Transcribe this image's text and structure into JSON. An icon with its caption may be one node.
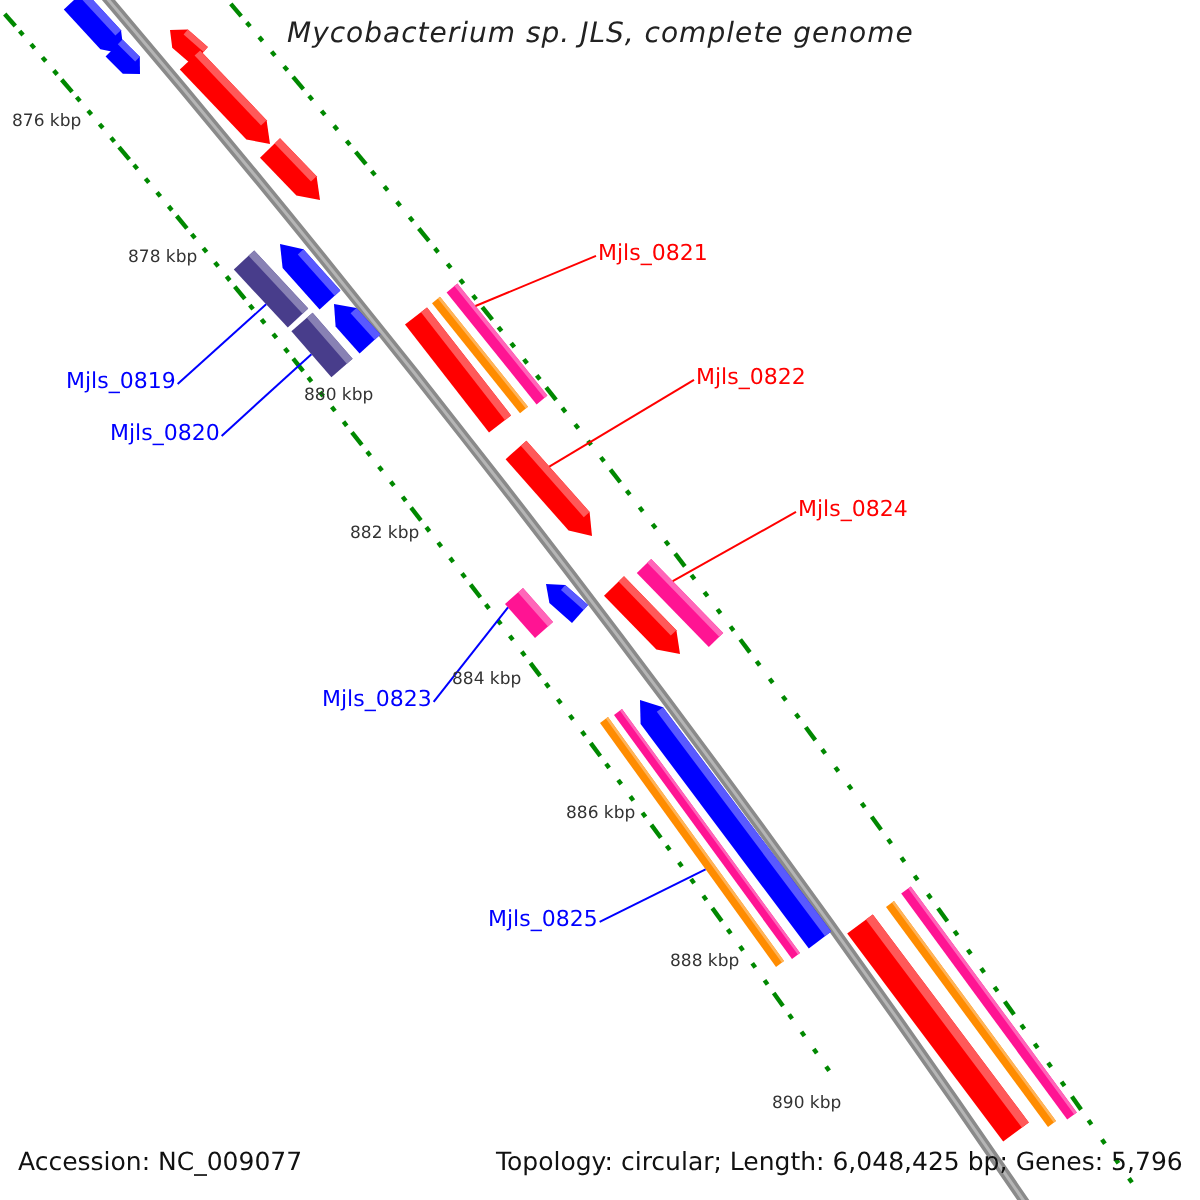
{
  "diagram": {
    "title": "Mycobacterium sp. JLS, complete genome",
    "nodes": [
      {
        "text": [
          "Mjls_0821"
        ]
      },
      {
        "text": [
          "Mjls_0822"
        ]
      },
      {
        "text": [
          "Mjls_0819"
        ]
      },
      {
        "text": [
          "Mjls_0820"
        ]
      },
      {
        "text": [
          "Mjls_0824"
        ]
      },
      {
        "text": [
          "Mjls_0823"
        ]
      },
      {
        "text": [
          "Mjls_0825"
        ]
      },
      {
        "text": [],
        "shape": "arrow"
      },
      {
        "text": [],
        "shape": "arrow"
      },
      {
        "text": [],
        "shape": "arrow"
      },
      {
        "text": [],
        "shape": "arrow"
      },
      {
        "text": [],
        "shape": "arrow"
      },
      {
        "text": [],
        "shape": "arrow"
      },
      {
        "text": [],
        "shape": "bar"
      },
      {
        "text": [],
        "shape": "bar"
      },
      {
        "text": [],
        "shape": "bar"
      },
      {
        "text": [],
        "shape": "arrow"
      },
      {
        "text": [],
        "shape": "bar"
      },
      {
        "text": [],
        "shape": "bar"
      },
      {
        "text": [],
        "shape": "arrow"
      },
      {
        "text": [],
        "shape": "bar"
      },
      {
        "text": [],
        "shape": "arrow"
      },
      {
        "text": [],
        "shape": "arrow"
      },
      {
        "text": [],
        "shape": "bar"
      },
      {
        "text": [],
        "shape": "arrow"
      },
      {
        "text": [],
        "shape": "bar"
      },
      {
        "text": [],
        "shape": "bar"
      },
      {
        "text": [],
        "shape": "bar"
      },
      {
        "text": [],
        "shape": "bar"
      },
      {
        "text": [],
        "shape": "bar"
      }
    ],
    "edges": [
      {
        "from": 0,
        "to": 14,
        "arrow": "none",
        "color": "#ff0000"
      },
      {
        "from": 1,
        "to": 19,
        "arrow": "none",
        "color": "#ff0000"
      },
      {
        "from": 2,
        "to": 13,
        "arrow": "none",
        "color": "#0000ff"
      },
      {
        "from": 3,
        "to": 18,
        "arrow": "none",
        "color": "#0000ff"
      },
      {
        "from": 4,
        "to": 20,
        "arrow": "none",
        "color": "#ff0000"
      },
      {
        "from": 5,
        "to": 23,
        "arrow": "none",
        "color": "#0000ff"
      },
      {
        "from": 6,
        "to": 26,
        "arrow": "none",
        "color": "#0000ff"
      }
    ],
    "labels": [
      "876 kbp",
      "878 kbp",
      "880 kbp",
      "882 kbp",
      "884 kbp",
      "886 kbp",
      "888 kbp",
      "890 kbp",
      "Accession: NC_009077",
      "Topology: circular; Length: 6,048,425 bp; Genes: 5,796"
    ]
  }
}
